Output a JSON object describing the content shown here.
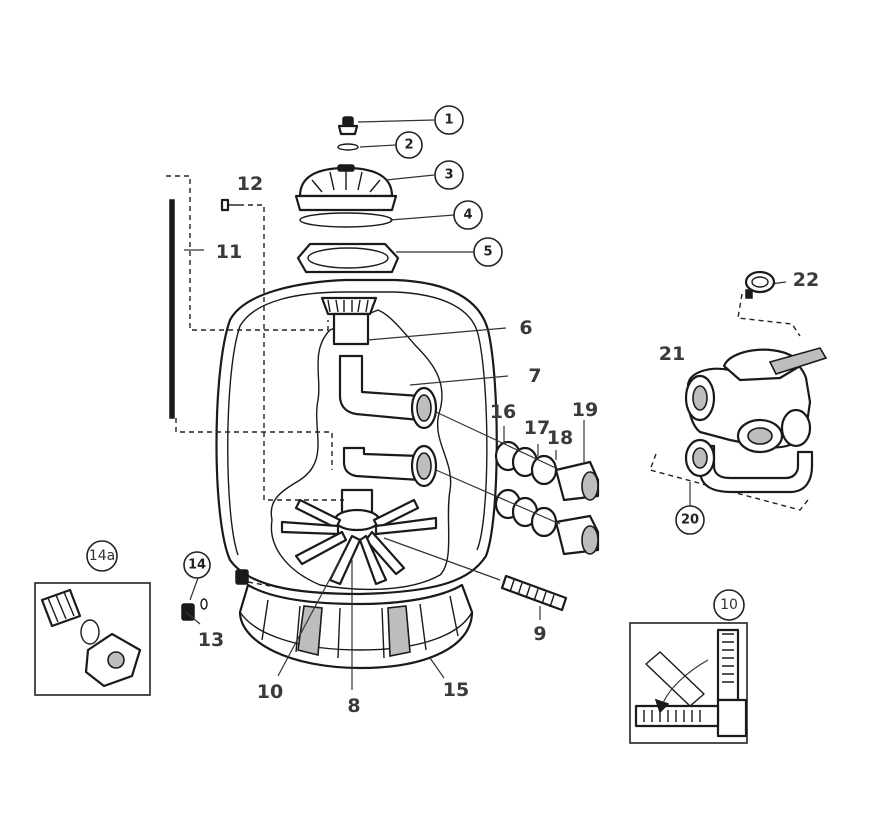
{
  "diagram": {
    "type": "exploded-parts-view",
    "callout_labels": {
      "p1": "1",
      "p2": "2",
      "p3": "3",
      "p4": "4",
      "p5": "5",
      "p14": "14",
      "p20": "20"
    },
    "plain_labels": {
      "p6": "6",
      "p7": "7",
      "p8": "8",
      "p9": "9",
      "p10": "10",
      "p11": "11",
      "p12": "12",
      "p13": "13",
      "p15": "15",
      "p16": "16",
      "p17": "17",
      "p18": "18",
      "p19": "19",
      "p21": "21",
      "p22": "22"
    },
    "inset_labels": {
      "inset_14a": "14a",
      "inset_10": "10"
    },
    "colors": {
      "line": "#1a1a1a",
      "label": "#3a3a3a",
      "background": "#ffffff"
    }
  }
}
